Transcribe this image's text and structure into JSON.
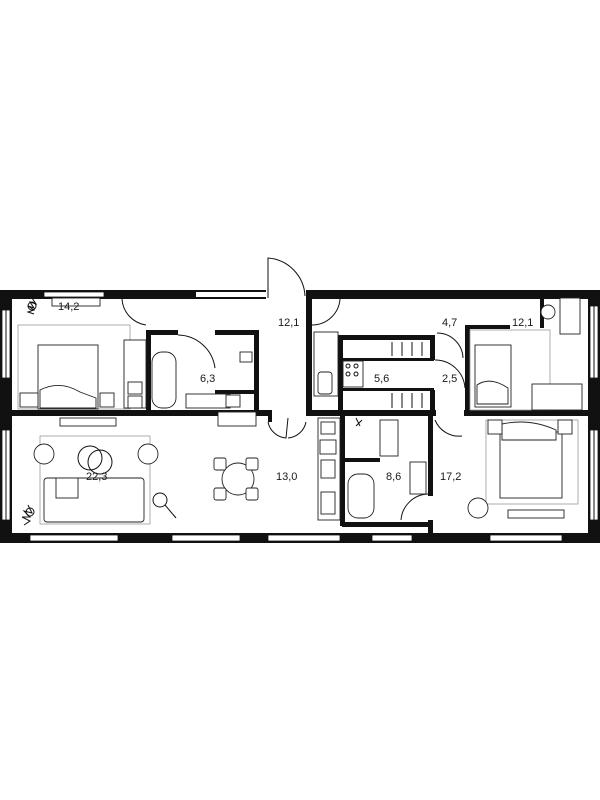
{
  "floor_plan": {
    "rooms": [
      {
        "id": "bedroom-left",
        "area": "14,2"
      },
      {
        "id": "bathroom-left",
        "area": "6,3"
      },
      {
        "id": "hall",
        "area": "12,1"
      },
      {
        "id": "corridor-right",
        "area": "4,7"
      },
      {
        "id": "bedroom-top-right",
        "area": "12,1"
      },
      {
        "id": "wardrobe",
        "area": "5,6"
      },
      {
        "id": "closet",
        "area": "2,5"
      },
      {
        "id": "living-room",
        "area": "22,3"
      },
      {
        "id": "kitchen-dining",
        "area": "13,0"
      },
      {
        "id": "bathroom-center",
        "area": "8,6"
      },
      {
        "id": "bedroom-bottom-right",
        "area": "17,2"
      }
    ]
  }
}
